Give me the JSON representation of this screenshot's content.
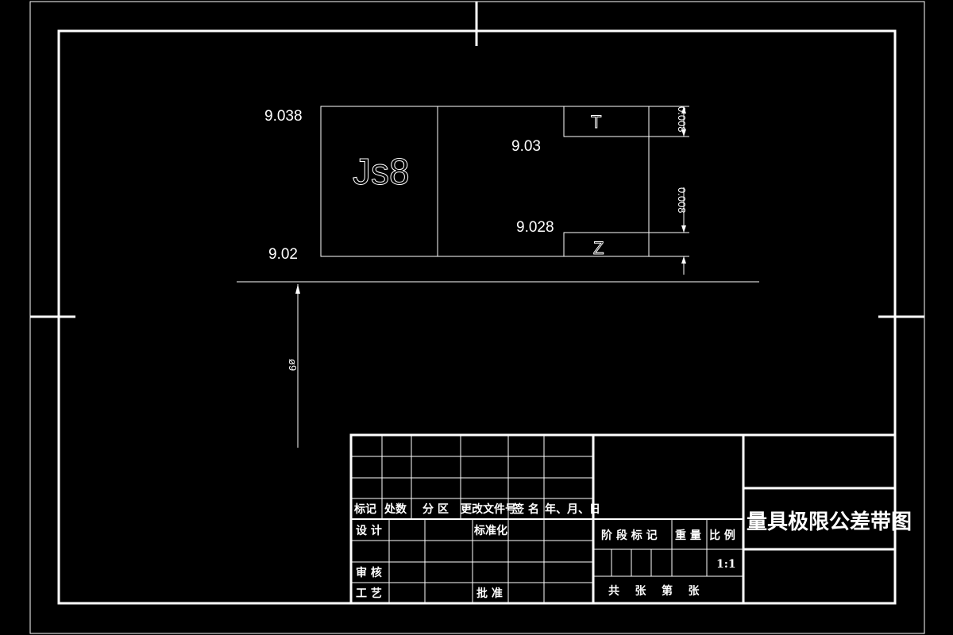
{
  "drawing": {
    "values": {
      "upper_limit": "9.038",
      "lower_limit": "9.02",
      "gauge_upper": "9.03",
      "gauge_lower": "9.028",
      "tol_top": "0.008",
      "tol_mid": "0.008",
      "nominal": "ø9"
    },
    "labels": {
      "tolerance_class": "Js8",
      "zone_t": "T",
      "zone_z": "Z"
    }
  },
  "title_block": {
    "row_headers": [
      "标记",
      "处数",
      "分 区",
      "更改文件号",
      "签 名",
      "年、月、日"
    ],
    "design": "设 计",
    "standardize": "标准化",
    "review": "审 核",
    "process": "工 艺",
    "approve": "批 准",
    "stage_mark": "阶 段 标 记",
    "weight": "重 量",
    "scale": "比 例",
    "scale_value": "1:1",
    "sheets": "共    张    第    张",
    "title": "量具极限公差带图"
  }
}
